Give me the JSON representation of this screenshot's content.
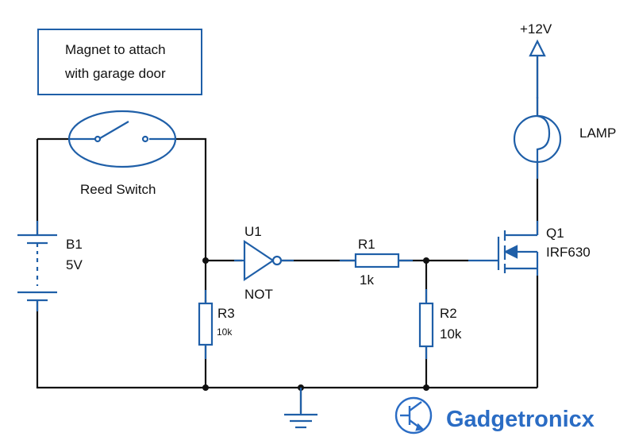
{
  "note": {
    "line1": "Magnet to attach",
    "line2": "with garage door"
  },
  "reed_switch": {
    "label": "Reed Switch"
  },
  "battery": {
    "ref": "B1",
    "value": "5V"
  },
  "inverter": {
    "ref": "U1",
    "type": "NOT"
  },
  "r1": {
    "ref": "R1",
    "value": "1k"
  },
  "r2": {
    "ref": "R2",
    "value": "10k"
  },
  "r3": {
    "ref": "R3",
    "value": "10k"
  },
  "mosfet": {
    "ref": "Q1",
    "part": "IRF630"
  },
  "lamp": {
    "label": "LAMP"
  },
  "supply": {
    "label": "+12V"
  },
  "logo": {
    "text": "Gadgetronicx"
  },
  "colors": {
    "wire": "#111111",
    "component": "#1f5fa8",
    "logo": "#2a6cc4"
  }
}
